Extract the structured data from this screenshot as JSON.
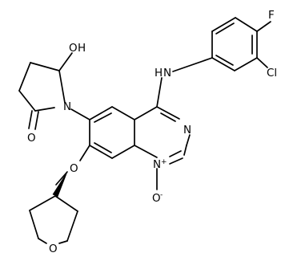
{
  "atoms": {
    "f": "F",
    "cl": "Cl",
    "nh": "H",
    "n_amine": "N",
    "n3": "N",
    "n1": "N",
    "n1_charge": "+",
    "o_minus": "O",
    "o_minus_charge": "-",
    "oh_o": "O",
    "oh_h": "H",
    "n_lactam": "N",
    "o_keto": "O",
    "o_ether": "O",
    "o_thf": "O"
  }
}
